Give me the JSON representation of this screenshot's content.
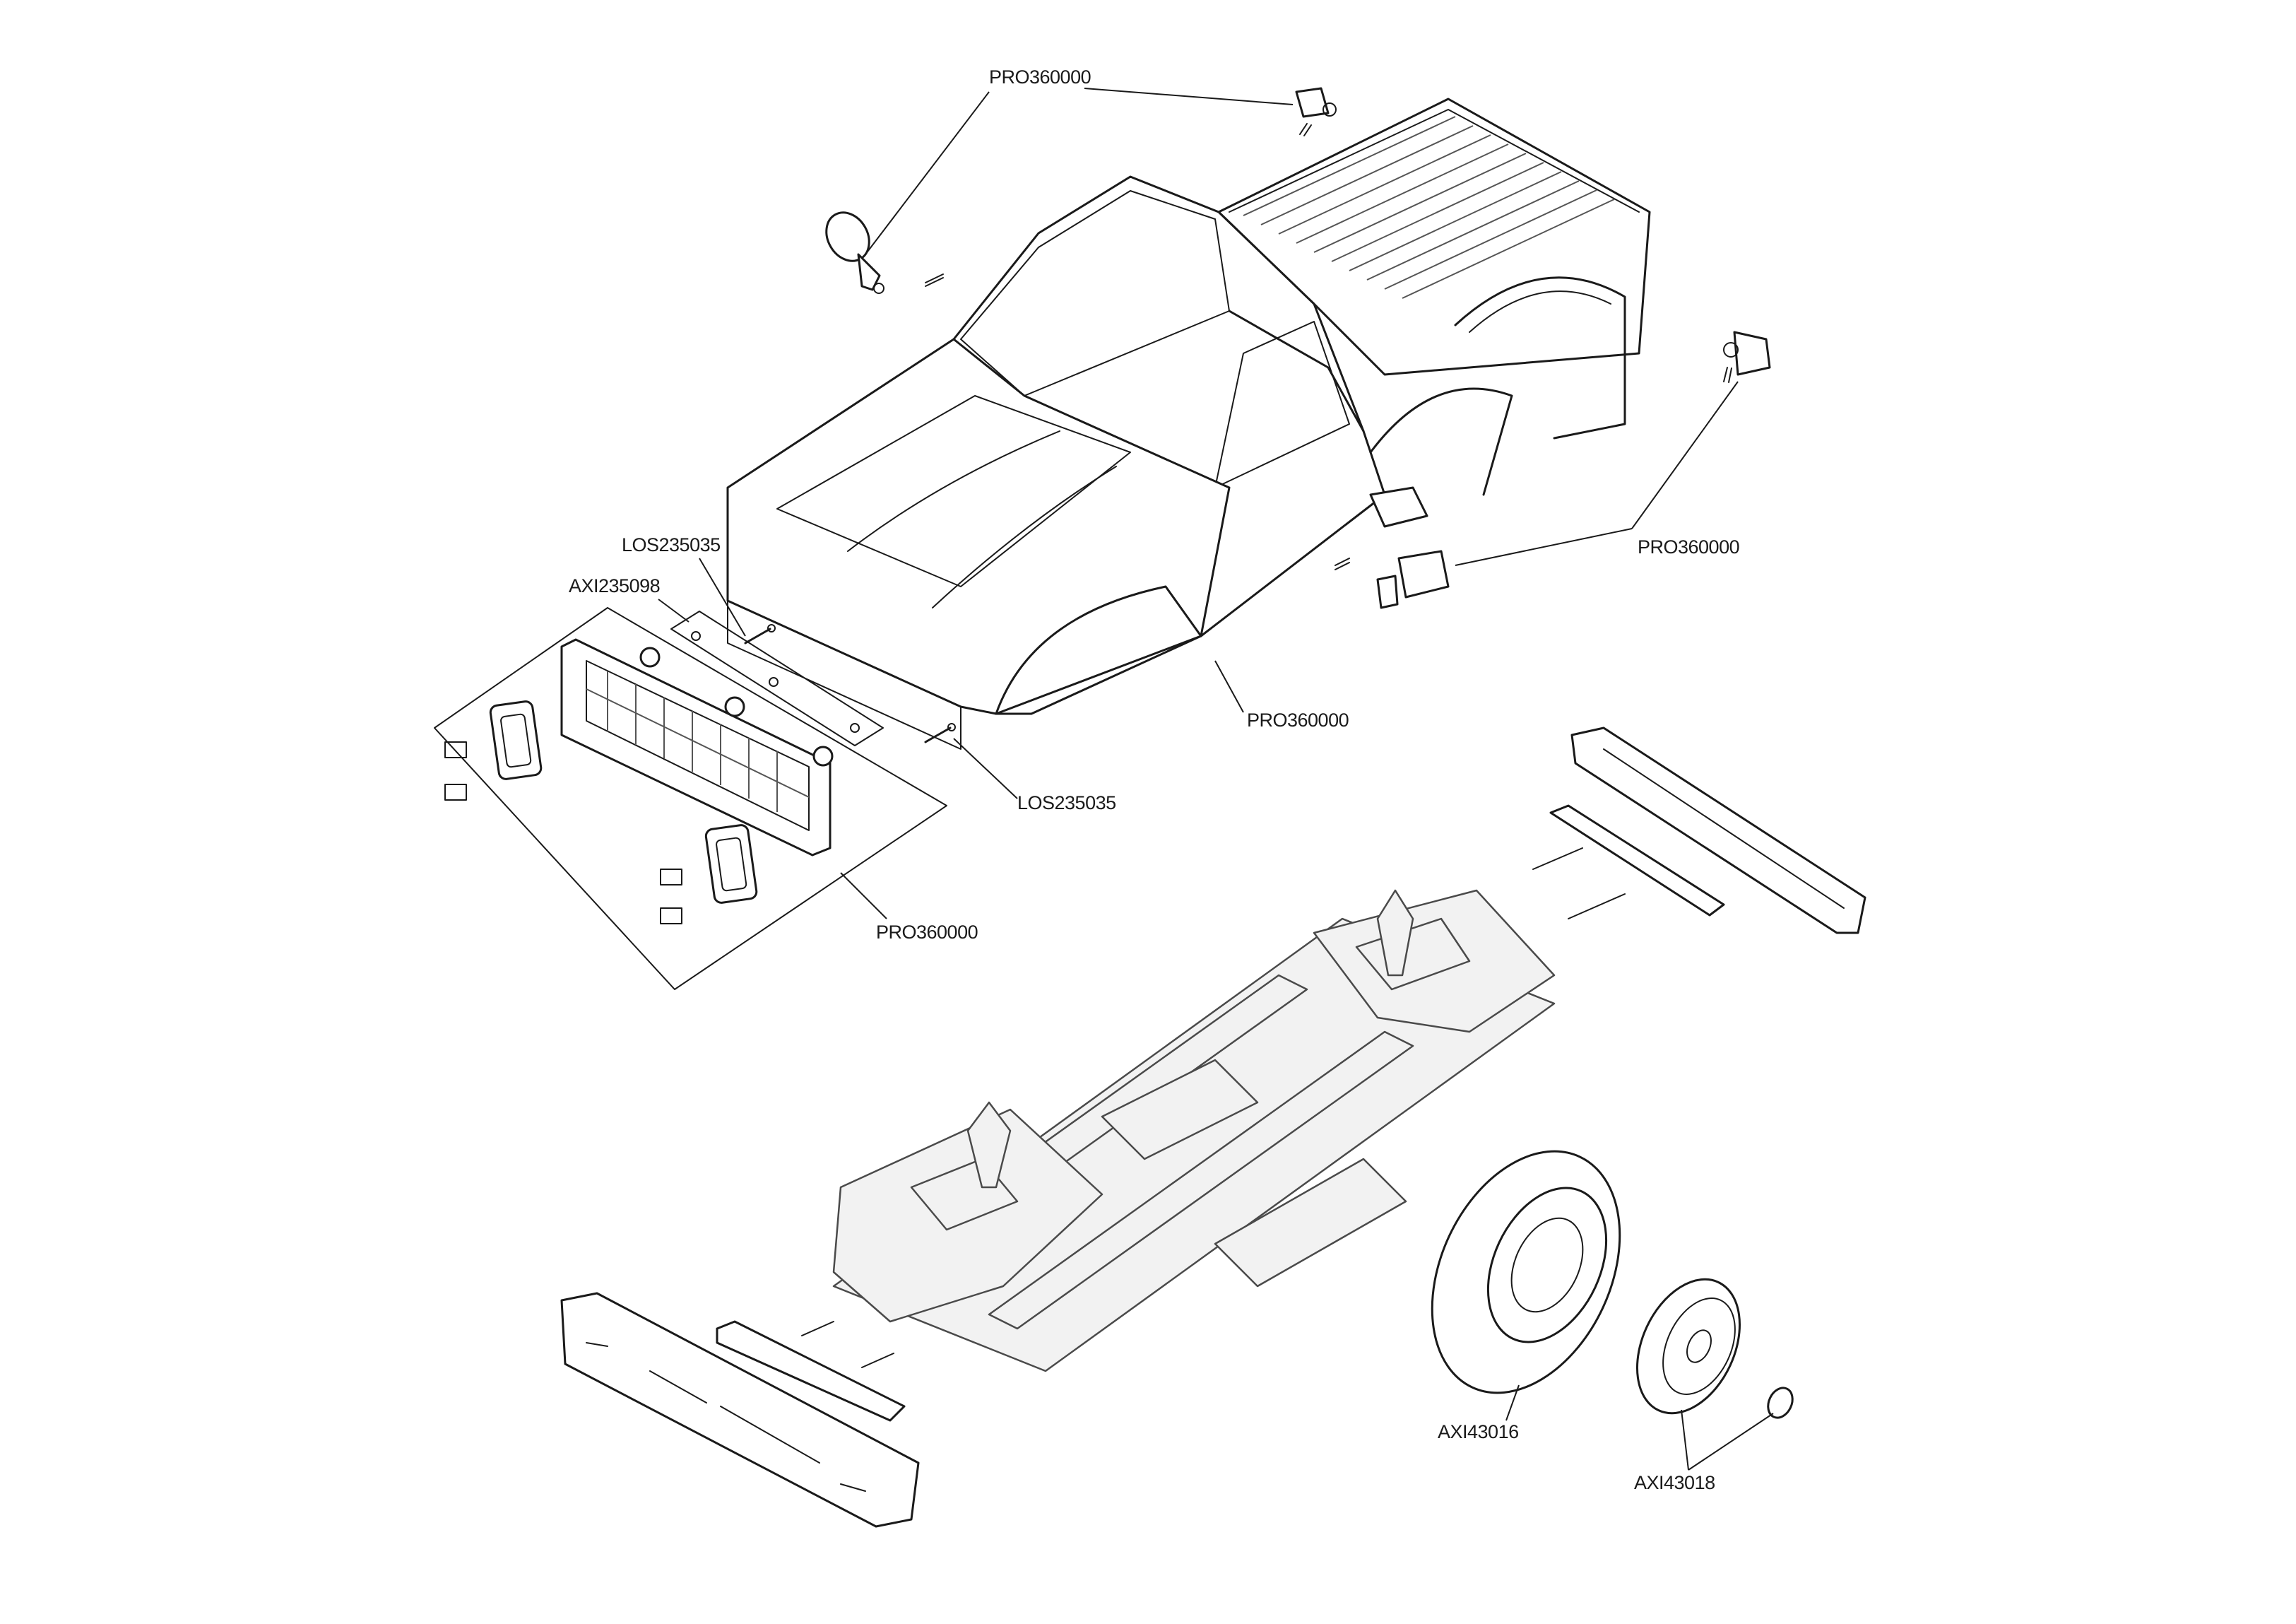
{
  "callouts": {
    "mirror_left": "PRO360000",
    "mirror_right": "PRO360000",
    "body": "PRO360000",
    "grille_kit": "PRO360000",
    "screw_upper": "LOS235035",
    "screw_lower": "LOS235035",
    "grille_plate": "AXI235098",
    "tire": "AXI43016",
    "wheel": "AXI43018"
  }
}
